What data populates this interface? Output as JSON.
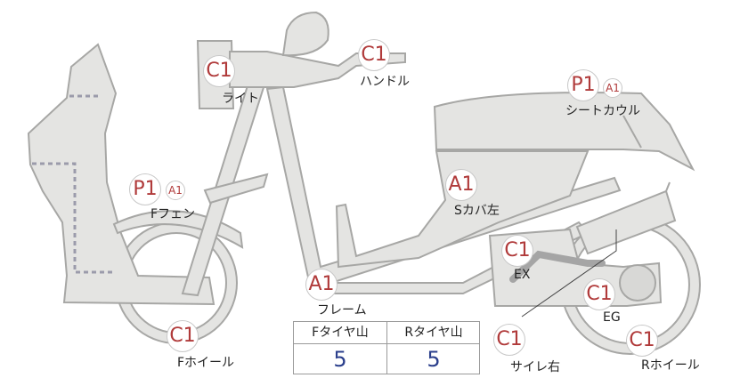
{
  "parts": {
    "light": {
      "grade": "C1",
      "label": "ライト"
    },
    "handle": {
      "grade": "C1",
      "label": "ハンドル"
    },
    "seatcowl": {
      "grade": "P1",
      "sub": "A1",
      "label": "シートカウル"
    },
    "ffender": {
      "grade": "P1",
      "sub": "A1",
      "label": "Fフェン"
    },
    "scover": {
      "grade": "A1",
      "label": "Sカバ左"
    },
    "frame": {
      "grade": "A1",
      "label": "フレーム"
    },
    "ex": {
      "grade": "C1",
      "label": "EX"
    },
    "eg": {
      "grade": "C1",
      "label": "EG"
    },
    "muffler": {
      "grade": "C1",
      "label": "サイレ右"
    },
    "fwheel": {
      "grade": "C1",
      "label": "Fホイール"
    },
    "rwheel": {
      "grade": "C1",
      "label": "Rホイール"
    }
  },
  "tires": {
    "front_label": "Fタイヤ山",
    "rear_label": "Rタイヤ山",
    "front_value": "5",
    "rear_value": "5"
  },
  "colors": {
    "grade_text": "#b03a3a",
    "tire_value": "#2b3f8c",
    "body_fill": "#e4e4e2",
    "dash": "#9b9bab"
  }
}
